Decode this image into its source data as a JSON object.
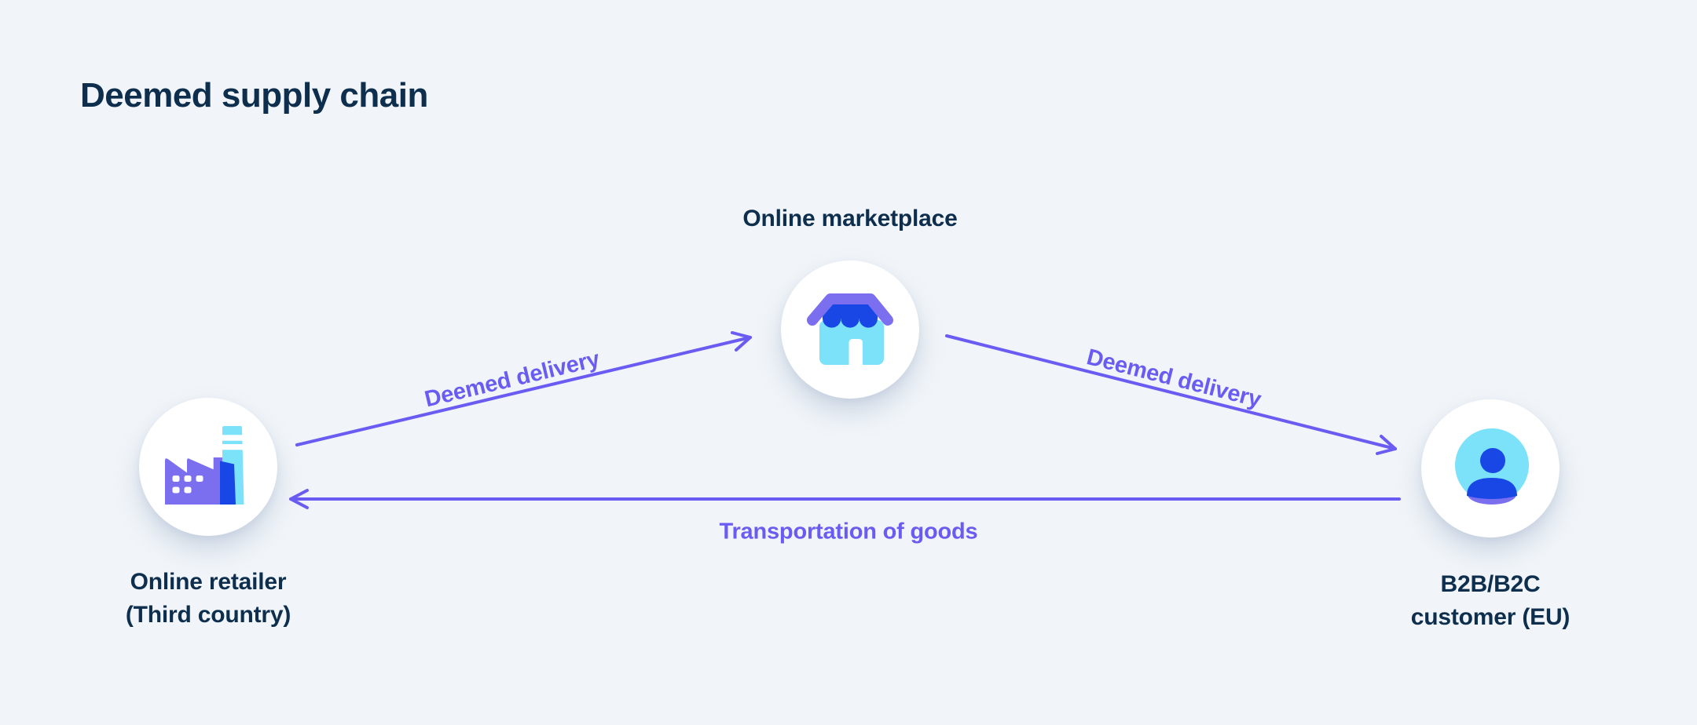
{
  "title": "Deemed supply chain",
  "colors": {
    "background": "#F1F5F9",
    "heading_text": "#0E2E4E",
    "accent_purple": "#6A5CF2",
    "icon_purple": "#7B6FF0",
    "icon_blue": "#1847E5",
    "icon_cyan": "#7BE2FA",
    "node_background": "#FFFFFF"
  },
  "nodes": {
    "retailer": {
      "label_line1": "Online retailer",
      "label_line2": "(Third country)",
      "icon": "factory-icon"
    },
    "marketplace": {
      "label": "Online marketplace",
      "icon": "storefront-icon"
    },
    "customer": {
      "label_line1": "B2B/B2C",
      "label_line2": "customer (EU)",
      "icon": "person-icon"
    }
  },
  "edges": [
    {
      "from": "retailer",
      "to": "marketplace",
      "label": "Deemed delivery"
    },
    {
      "from": "marketplace",
      "to": "customer",
      "label": "Deemed delivery"
    },
    {
      "from": "customer",
      "to": "retailer",
      "label": "Transportation of goods"
    }
  ]
}
